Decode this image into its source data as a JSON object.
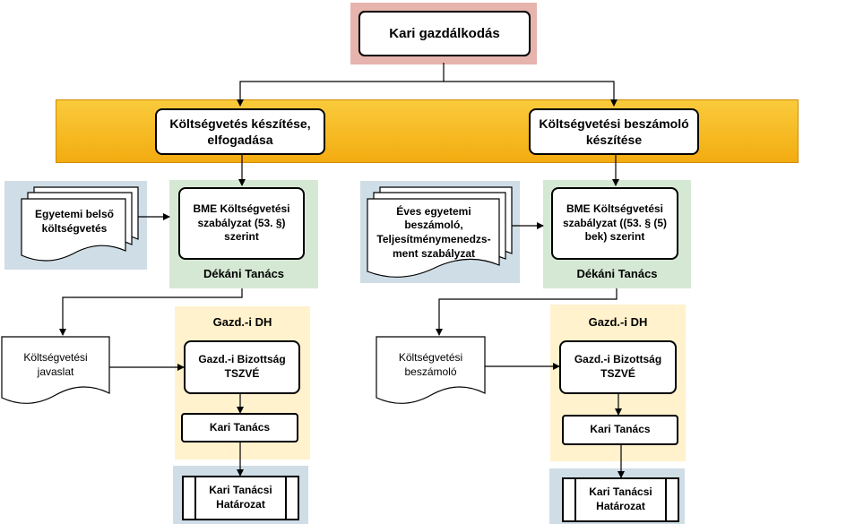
{
  "top": {
    "title": "Kari gazdálkodás"
  },
  "left": {
    "header": "Költségvetés készítése, elfogadása",
    "doc": "Egyetemi belső költségvetés",
    "regulation": "BME Költségvetési szabályzat (53. §) szerint",
    "council": "Dékáni Tanács",
    "proposal": "Költségvetési javaslat",
    "gazd_dh": "Gazd.-i DH",
    "committee": "Gazd.-i Bizottság TSZVÉ",
    "faculty_council": "Kari Tanács",
    "resolution": "Kari Tanácsi Határozat"
  },
  "right": {
    "header": "Költségvetési beszámoló készítése",
    "doc": "Éves egyetemi beszámoló, Teljesítménymenedzs-ment szabályzat",
    "regulation": "BME Költségvetési szabályzat ((53. § (5) bek) szerint",
    "council": "Dékáni Tanács",
    "report": "Költségvetési beszámoló",
    "gazd_dh": "Gazd.-i DH",
    "committee": "Gazd.-i Bizottság TSZVÉ",
    "faculty_council": "Kari Tanács",
    "resolution": "Kari Tanácsi Határozat"
  },
  "colors": {
    "top_panel": "#e6b3ad",
    "orange_band": "#f5b816",
    "blue_panel": "#cfdde6",
    "green_panel": "#d5e8d4",
    "yellow_panel": "#fff2cc"
  }
}
